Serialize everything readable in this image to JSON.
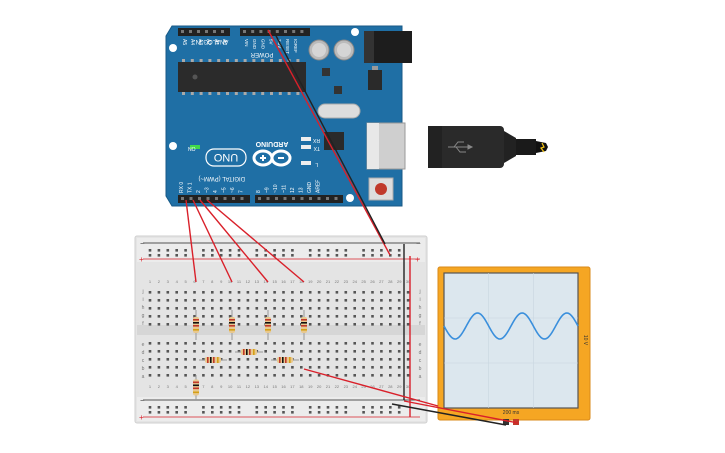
{
  "arduino": {
    "analog_label": "ANALOG IN",
    "analog_pins": [
      "A5",
      "A4",
      "A3",
      "A2",
      "A1",
      "A0"
    ],
    "power_label": "POWER",
    "power_pins": [
      "VIN",
      "GND",
      "GND",
      "5V",
      "3.3V",
      "RESET",
      "IOREF"
    ],
    "brand": "ARDUINO",
    "model": "UNO",
    "on_label": "ON",
    "tx_label": "TX",
    "rx_label": "RX",
    "l_label": "L",
    "digital_label": "DIGITAL (PWM~)",
    "digital_pins": [
      "RX 0",
      "TX 1",
      "2",
      "~3",
      "4",
      "~5",
      "~6",
      "7",
      "8",
      "~9",
      "~10",
      "~11",
      "12",
      "13",
      "GND",
      "AREF"
    ]
  },
  "breadboard": {
    "row_letters_top": [
      "j",
      "i",
      "h",
      "g",
      "f"
    ],
    "row_letters_bottom": [
      "e",
      "d",
      "c",
      "b",
      "a"
    ],
    "rail_plus": "+",
    "rail_minus": "−"
  },
  "oscilloscope": {
    "volts_label": "10 V",
    "time_label": "200 ms"
  },
  "colors": {
    "board_blue": "#1f6fa5",
    "wire_red": "#d9202a",
    "wire_black": "#222222",
    "scope_frame": "#f5a623",
    "scope_screen": "#dce7ee",
    "scope_trace": "#3a8fdc",
    "breadboard": "#e3e3e3"
  },
  "icons": [
    "arduino-infinity-logo",
    "usb-symbol-icon",
    "lightning-icon"
  ]
}
